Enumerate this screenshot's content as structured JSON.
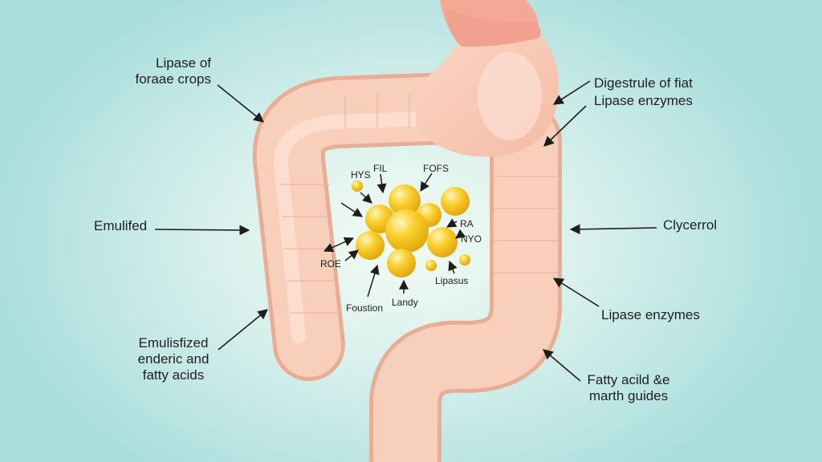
{
  "labels": {
    "lipase_of_foods": "Lipase of\nforaae crops",
    "emulifed": "Emulifed",
    "emulsified_enderic": "Emulisfized\nenderic and\nfatty acids",
    "digestrule": "Digestrule of fiat",
    "lipase_enzymes_top": "Lipase enzymes",
    "glycerol": "Clycerrol",
    "lipase_enzymes_right": "Lipase enzymes",
    "fatty_acid_guides": "Fatty acild &e\nmarth guides"
  },
  "droplet_labels": {
    "hys": "HYS",
    "fil": "FIL",
    "fofs": "FOFS",
    "ra": "RA",
    "nyo": "NYO",
    "roe": "ROE",
    "lipasus": "Lipasus",
    "foustion": "Foustion",
    "landy": "Landy"
  },
  "colors": {
    "intestine": "#f7cdb8",
    "intestine_shade": "#eab29b",
    "stomach_top": "#f2a08f",
    "fat_droplet": "#f6c21e",
    "fat_droplet_light": "#fde68a",
    "arrow": "#1d1d1d"
  }
}
